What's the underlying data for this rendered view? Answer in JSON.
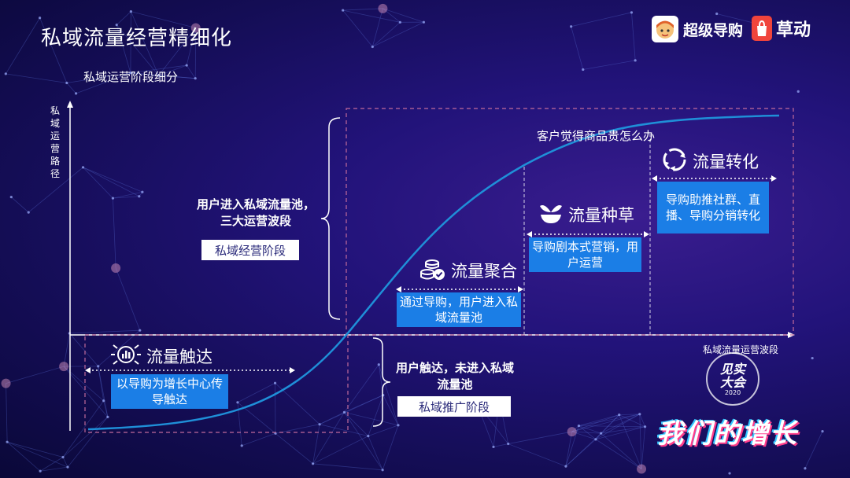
{
  "title": "私域流量经营精细化",
  "subtitle": "私域运营阶段细分",
  "brands": [
    {
      "name": "超级导购",
      "icon": "avatar-face-icon",
      "color": "#f28a2e"
    },
    {
      "name": "草动",
      "icon": "bag-logo-icon",
      "color": "#f0443c"
    }
  ],
  "axis": {
    "y_label": "私域运营路径",
    "x_label": "私域流量运营波段"
  },
  "curve_note": "客户觉得商品贵怎么办",
  "private_domain": {
    "note": "用户进入私域流量池，三大运营波段",
    "tag": "私域经营阶段"
  },
  "public_domain": {
    "note": "用户触达，未进入私域流量池",
    "tag": "私域推广阶段"
  },
  "stages": [
    {
      "title": "流量触达",
      "icon": "people-reach-icon",
      "desc": "以导购为增长中心传导触达"
    },
    {
      "title": "流量聚合",
      "icon": "coins-check-icon",
      "desc": "通过导购，用户进入私域流量池"
    },
    {
      "title": "流量种草",
      "icon": "sprout-bowl-icon",
      "desc": "导购剧本式营销，用户运营"
    },
    {
      "title": "流量转化",
      "icon": "cycle-arrows-icon",
      "desc": "导购助推社群、直播、导购分销转化"
    }
  ],
  "event": {
    "badge": "见实大会",
    "year": "2020",
    "slogan": "我们的增长"
  },
  "colors": {
    "box_blue": "#1b7ee6",
    "curve": "#1f8fd8",
    "dash": "#c06a9a",
    "bg": "#22137a"
  }
}
